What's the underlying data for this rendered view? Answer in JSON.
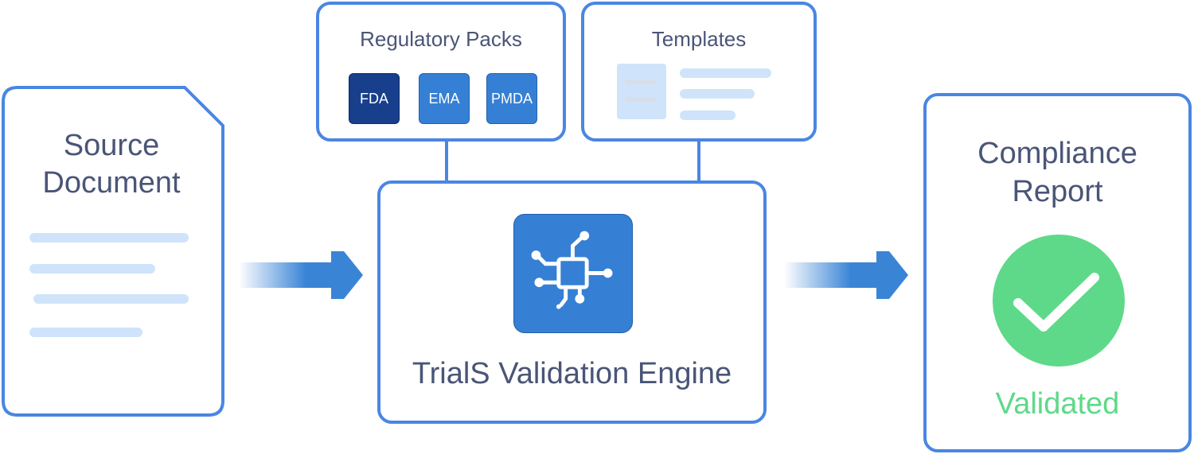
{
  "source": {
    "title_line1": "Source",
    "title_line2": "Document"
  },
  "packs": {
    "title": "Regulatory Packs",
    "items": [
      {
        "label": "FDA",
        "color": "#173f8c"
      },
      {
        "label": "EMA",
        "color": "#3580d4"
      },
      {
        "label": "PMDA",
        "color": "#3580d4"
      }
    ]
  },
  "templates": {
    "title": "Templates"
  },
  "engine": {
    "title": "TrialS Validation Engine",
    "icon": "circuit-chip-icon"
  },
  "report": {
    "title_line1": "Compliance",
    "title_line2": "Report",
    "status": "Validated",
    "status_color": "#5ed989",
    "icon": "checkmark-icon"
  },
  "colors": {
    "border": "#4a86e3",
    "arrow": "#3a84d6",
    "line": "#cfe4fa",
    "text": "#4a5577"
  }
}
